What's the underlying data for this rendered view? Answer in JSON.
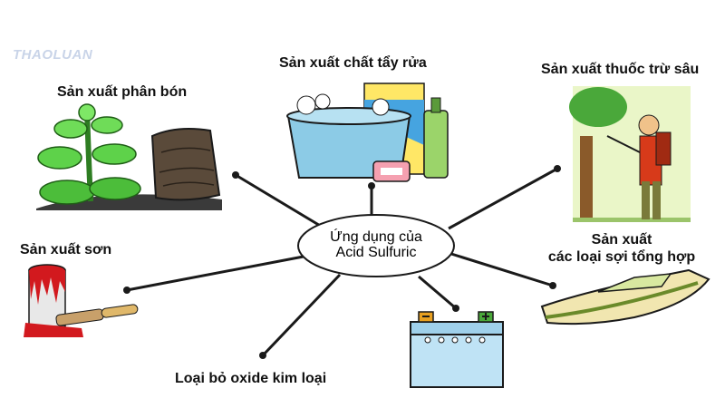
{
  "diagram": {
    "center": {
      "line1": "Ứng dụng của",
      "line2": "Acid Sulfuric"
    },
    "nodes": [
      {
        "id": "fertilizer",
        "label": "Sản xuất phân bón",
        "icon": "fertilizer-plant-icon"
      },
      {
        "id": "detergent",
        "label": "Sản xuất chất tẩy rửa",
        "icon": "detergent-basin-icon"
      },
      {
        "id": "pesticide",
        "label": "Sản xuất thuốc trừ sâu",
        "icon": "pesticide-sprayer-icon"
      },
      {
        "id": "paint",
        "label": "Sản xuất sơn",
        "icon": "paint-can-brush-icon"
      },
      {
        "id": "fiber",
        "label_line1": "Sản xuất",
        "label_line2": "các loại sợi tổng hợp",
        "icon": "boat-icon"
      },
      {
        "id": "oxide",
        "label": "Loại bỏ oxide kim loại",
        "icon": ""
      },
      {
        "id": "battery",
        "label": "",
        "icon": "car-battery-icon"
      }
    ]
  },
  "watermark": {
    "text": "THAOLUAN"
  },
  "colors": {
    "line": "#1a1a1a",
    "plant": "#4cbd3a",
    "basin": "#8ccbe6",
    "paint_red": "#d2191e",
    "battery": "#bfe3f5",
    "boat": "#f1e6b0"
  }
}
